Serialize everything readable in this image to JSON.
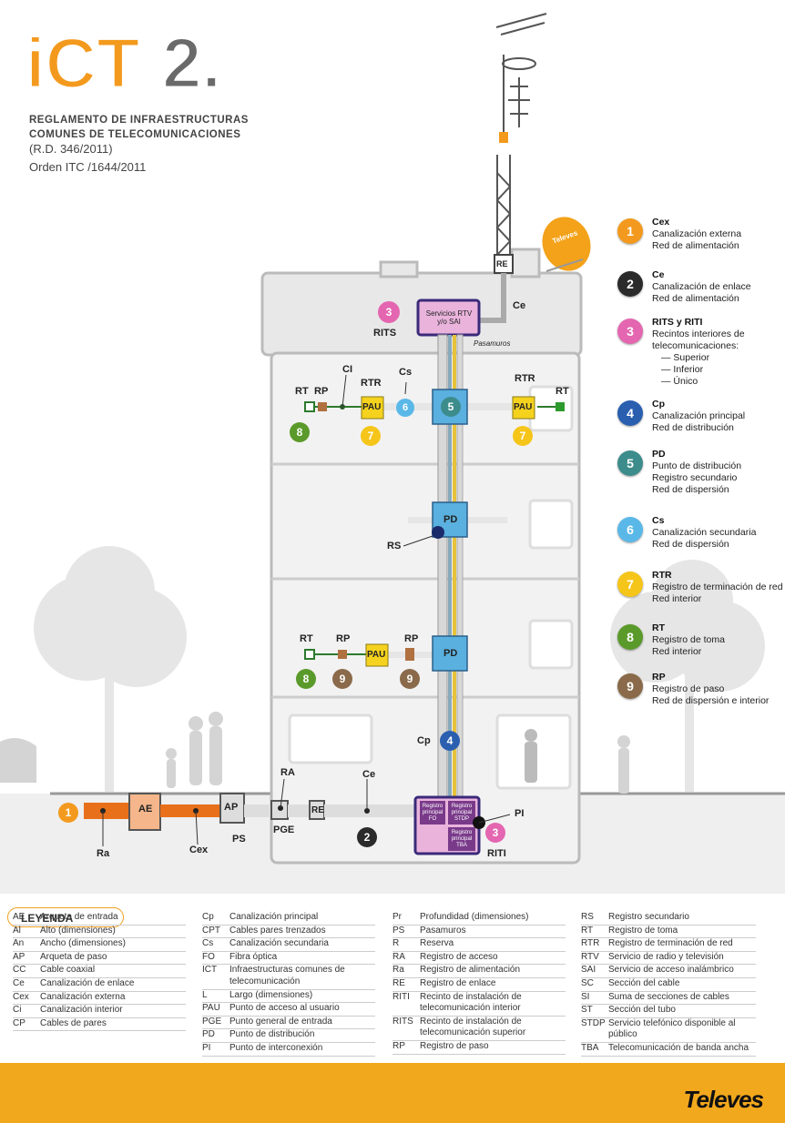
{
  "logo": {
    "text": "iCT2."
  },
  "header": {
    "line1": "REGLAMENTO DE INFRAESTRUCTURAS",
    "line2": "COMUNES DE TELECOMUNICACIONES",
    "line3": "(R.D. 346/2011)",
    "line4": "Orden ITC /1644/2011"
  },
  "colors": {
    "orange": "#f2a81d",
    "pipe": "#e8701a",
    "pink": "#e466b0",
    "blue": "#2a6fbf",
    "teal": "#3d8c8c",
    "cyan": "#5ab8e8",
    "yellow": "#f5cc1a",
    "green": "#5a9a2a",
    "brown": "#8a6a4a",
    "box": "#5ab0de"
  },
  "diagram": {
    "rits_box": "Servicios RTV y/o SAI",
    "rits_label": "RITS",
    "pasamuros": "Pasamuros",
    "ce_top": "Ce",
    "re_top": "RE",
    "ci": "CI",
    "cs": "Cs",
    "rtr1": "RTR",
    "rtr2": "RTR",
    "rt1": "RT",
    "rp1": "RP",
    "rt2": "RT",
    "pau1": "PAU",
    "pau2": "PAU",
    "pd1": "PD",
    "pd2": "PD",
    "rs": "RS",
    "rt3": "RT",
    "rp3": "RP",
    "rp4": "RP",
    "pau3": "PAU",
    "cp": "Cp",
    "ra": "RA",
    "ce_bottom": "Ce",
    "ae": "AE",
    "ap": "AP",
    "re_bottom": "RE",
    "ra_bottom": "Ra",
    "cex": "Cex",
    "ps": "PS",
    "pge": "PGE",
    "pi": "PI",
    "riti": "RITI",
    "reg_fo": "Registro principal FO",
    "reg_stdp": "Registro principal STDP",
    "reg_tba": "Registro principal TBA",
    "dish_brand": "Televes"
  },
  "legend_items": [
    {
      "num": "1",
      "color": "#f39a1e",
      "title": "Cex",
      "lines": [
        "Canalización externa",
        "Red de alimentación"
      ]
    },
    {
      "num": "2",
      "color": "#2b2b2b",
      "title": "Ce",
      "lines": [
        "Canalización de enlace",
        "Red de alimentación"
      ]
    },
    {
      "num": "3",
      "color": "#e466b0",
      "title": "RITS y RITI",
      "lines": [
        "Recintos interiores de",
        "telecomunicaciones:"
      ],
      "sub": [
        "— Superior",
        "— Inferior",
        "— Único"
      ]
    },
    {
      "num": "4",
      "color": "#2a5fb0",
      "title": "Cp",
      "lines": [
        "Canalización principal",
        "Red de distribución"
      ]
    },
    {
      "num": "5",
      "color": "#3d8c8c",
      "title": "PD",
      "lines": [
        "Punto de distribución",
        "Registro secundario",
        "Red de dispersión"
      ]
    },
    {
      "num": "6",
      "color": "#5ab8e8",
      "title": "Cs",
      "lines": [
        "Canalización secundaria",
        "Red de dispersión"
      ]
    },
    {
      "num": "7",
      "color": "#f5c51a",
      "title": "RTR",
      "lines": [
        "Registro de terminación de red",
        "Red interior"
      ]
    },
    {
      "num": "8",
      "color": "#5a9a2a",
      "title": "RT",
      "lines": [
        "Registro de toma",
        "Red interior"
      ]
    },
    {
      "num": "9",
      "color": "#8a6a4a",
      "title": "RP",
      "lines": [
        "Registro de paso",
        "Red de dispersión e interior"
      ]
    }
  ],
  "leyenda": {
    "title": "LEYENDA",
    "col1": [
      {
        "ab": "AE",
        "def": "Arqueta de entrada"
      },
      {
        "ab": "Al",
        "def": "Alto (dimensiones)"
      },
      {
        "ab": "An",
        "def": "Ancho (dimensiones)"
      },
      {
        "ab": "AP",
        "def": "Arqueta de paso"
      },
      {
        "ab": "CC",
        "def": "Cable coaxial"
      },
      {
        "ab": "Ce",
        "def": "Canalización de enlace"
      },
      {
        "ab": "Cex",
        "def": "Canalización externa"
      },
      {
        "ab": "Ci",
        "def": "Canalización interior"
      },
      {
        "ab": "CP",
        "def": "Cables de pares"
      }
    ],
    "col2": [
      {
        "ab": "Cp",
        "def": "Canalización principal"
      },
      {
        "ab": "CPT",
        "def": "Cables pares trenzados"
      },
      {
        "ab": "Cs",
        "def": "Canalización secundaria"
      },
      {
        "ab": "FO",
        "def": "Fibra óptica"
      },
      {
        "ab": "ICT",
        "def": "Infraestructuras comunes de telecomunicación"
      },
      {
        "ab": "L",
        "def": "Largo (dimensiones)"
      },
      {
        "ab": "PAU",
        "def": "Punto de acceso al usuario"
      },
      {
        "ab": "PGE",
        "def": "Punto general de entrada"
      },
      {
        "ab": "PD",
        "def": "Punto de distribución"
      },
      {
        "ab": "PI",
        "def": "Punto de interconexión"
      }
    ],
    "col3": [
      {
        "ab": "Pr",
        "def": "Profundidad (dimensiones)"
      },
      {
        "ab": "PS",
        "def": "Pasamuros"
      },
      {
        "ab": "R",
        "def": "Reserva"
      },
      {
        "ab": "RA",
        "def": "Registro de acceso"
      },
      {
        "ab": "Ra",
        "def": "Registro de alimentación"
      },
      {
        "ab": "RE",
        "def": "Registro de enlace"
      },
      {
        "ab": "RITI",
        "def": "Recinto de instalación de telecomunicación interior"
      },
      {
        "ab": "RITS",
        "def": "Recinto de instalación de telecomunicación superior"
      },
      {
        "ab": "RP",
        "def": "Registro de paso"
      }
    ],
    "col4": [
      {
        "ab": "RS",
        "def": "Registro secundario"
      },
      {
        "ab": "RT",
        "def": "Registro de toma"
      },
      {
        "ab": "RTR",
        "def": "Registro de terminación de red"
      },
      {
        "ab": "RTV",
        "def": "Servicio de radio y televisión"
      },
      {
        "ab": "SAI",
        "def": "Servicio de acceso inalámbrico"
      },
      {
        "ab": "SC",
        "def": "Sección del cable"
      },
      {
        "ab": "SI",
        "def": "Suma de secciones de cables"
      },
      {
        "ab": "ST",
        "def": "Sección del tubo"
      },
      {
        "ab": "STDP",
        "def": "Servicio telefónico disponible al público"
      },
      {
        "ab": "TBA",
        "def": "Telecomunicación de banda ancha"
      }
    ]
  },
  "footer": {
    "brand": "Televes"
  }
}
